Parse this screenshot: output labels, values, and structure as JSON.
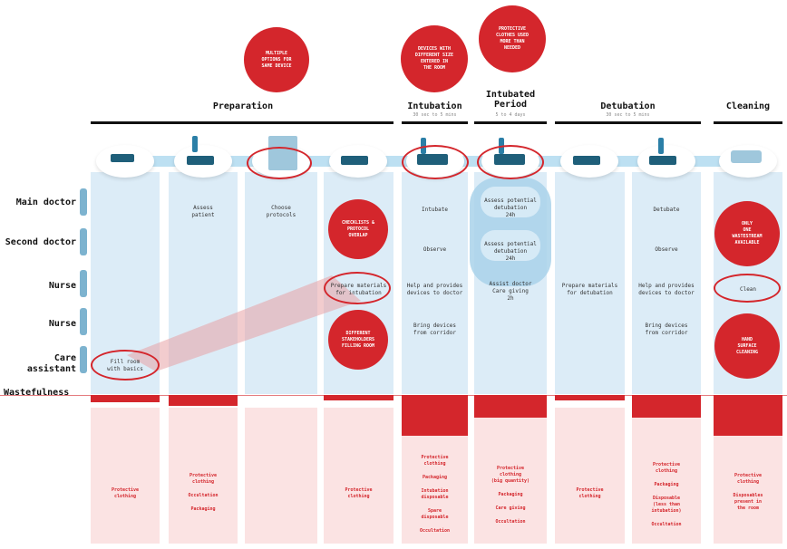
{
  "phases": [
    {
      "title": "Preparation",
      "subtitle": ""
    },
    {
      "title": "Intubation",
      "subtitle": "30 sec to 5 mins"
    },
    {
      "title": "Intubated Period",
      "subtitle": "5 to 4 days"
    },
    {
      "title": "Detubation",
      "subtitle": "30 sec to 5 mins"
    },
    {
      "title": "Cleaning",
      "subtitle": ""
    }
  ],
  "roles": [
    "Main doctor",
    "Second doctor",
    "Nurse",
    "Nurse",
    "Care assistant"
  ],
  "wastefulness_label": "Wastefulness",
  "tasks": {
    "assess_patient": "Assess\npatient",
    "choose_protocols": "Choose\nprotocols",
    "prepare_materials_intubation": "Prepare materials\nfor intubation",
    "fill_room": "Fill room\nwith basics",
    "intubate": "Intubate",
    "observe_1": "Observe",
    "help_devices_1": "Help and provides\ndevices to doctor",
    "bring_devices_1": "Bring devices\nfrom corridor",
    "assess_detub_1": "Assess potential\ndetubation\n24h",
    "assess_detub_2": "Assess potential\ndetubation\n24h",
    "assist_doctor": "Assist doctor\nCare giving\n2h",
    "prepare_materials_detub": "Prepare materials\nfor detubation",
    "detubate": "Detubate",
    "observe_2": "Observe",
    "help_devices_2": "Help and provides\ndevices to doctor",
    "bring_devices_2": "Bring devices\nfrom corridor",
    "clean": "Clean"
  },
  "bubbles": {
    "multiple_options": "MULTIPLE\nOPTIONS FOR\nSAME DEVICE",
    "devices_size": "DEVICES WITH\nDIFFERENT SIZE\nENTERED IN\nTHE ROOM",
    "protective_more": "PROTECTIVE\nCLOTHES USED\nMORE THAN\nNEEDED",
    "checklists": "CHECKLISTS &\nPROTOCOL\nOVERLAP",
    "stakeholders": "DIFFERENT\nSTAKEHOLDERS\nFILLING ROOM",
    "one_wastestream": "ONLY\nONE\nWASTESTREAM\nAVAILABLE",
    "hand_surface": "HAND\nSURFACE\nCLEANING"
  },
  "waste_items": {
    "col1": [
      "Protective\nclothing"
    ],
    "col2": [
      "Protective\nclothing",
      "Occultation",
      "Packaging"
    ],
    "col4": [
      "Protective\nclothing"
    ],
    "col5": [
      "Protective\nclothing",
      "Packaging",
      "Intubation\ndisposable",
      "Spare\ndisposable",
      "Occultation"
    ],
    "col6": [
      "Protective\nclothing\n(big quantity)",
      "Packaging",
      "Care giving",
      "Occultation"
    ],
    "col7": [
      "Protective\nclothing"
    ],
    "col8": [
      "Protective\nclothing",
      "Packaging",
      "Disposable\n(less than\nintubation)",
      "Occultation"
    ],
    "col9": [
      "Protective\nclothing",
      "Disposables\npresent in\nthe room"
    ]
  },
  "waste_levels": {
    "col1": 0.08,
    "col2": 0.12,
    "col3": 0.0,
    "col4": 0.06,
    "col5": 0.45,
    "col6": 0.25,
    "col7": 0.06,
    "col8": 0.25,
    "col9": 0.45
  },
  "colors": {
    "accent_red": "#d4262c",
    "lane_blue": "#dcecf7",
    "waste_pink": "#fbe3e3"
  }
}
